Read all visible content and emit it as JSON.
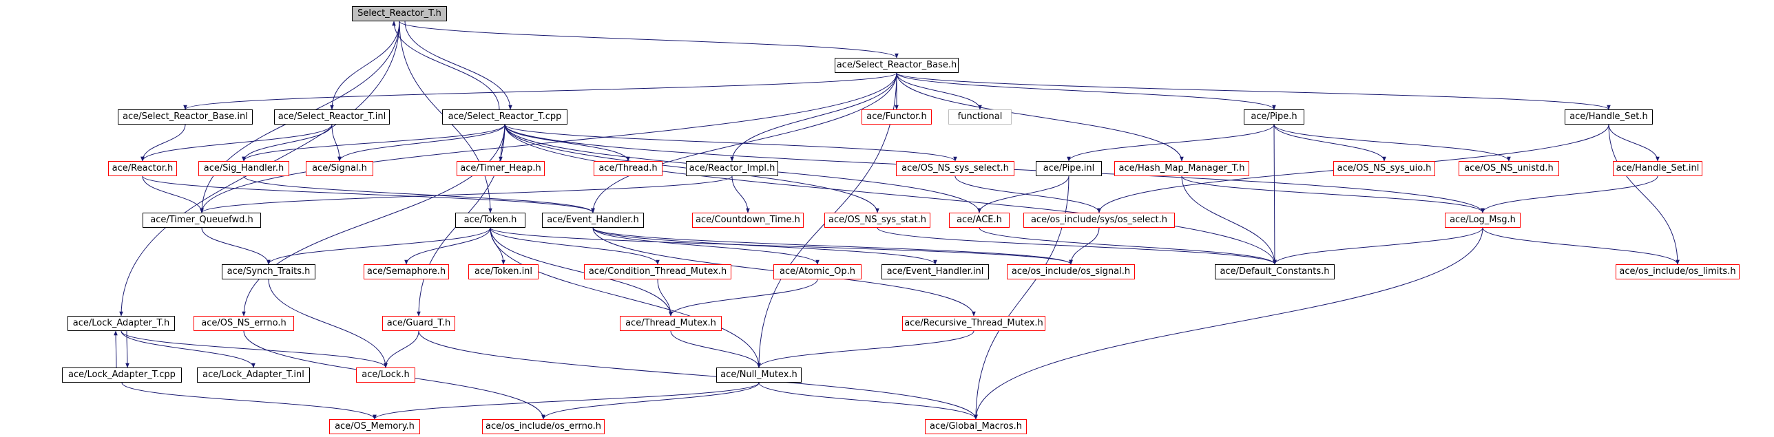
{
  "graph": {
    "root": "Select_Reactor_T.h",
    "nodes": {
      "n_root": "Select_Reactor_T.h",
      "n_srb": "ace/Select_Reactor_Base.h",
      "n_srbinl": "ace/Select_Reactor_Base.inl",
      "n_srtinl": "ace/Select_Reactor_T.inl",
      "n_srtcpp": "ace/Select_Reactor_T.cpp",
      "n_functor": "ace/Functor.h",
      "n_functional": "functional",
      "n_pipe": "ace/Pipe.h",
      "n_hset": "ace/Handle_Set.h",
      "n_reactor": "ace/Reactor.h",
      "n_sighandler": "ace/Sig_Handler.h",
      "n_signal": "ace/Signal.h",
      "n_timerheap": "ace/Timer_Heap.h",
      "n_thread": "ace/Thread.h",
      "n_reactorimpl": "ace/Reactor_Impl.h",
      "n_osnssel": "ace/OS_NS_sys_select.h",
      "n_pipeinl": "ace/Pipe.inl",
      "n_hmm": "ace/Hash_Map_Manager_T.h",
      "n_osuio": "ace/OS_NS_sys_uio.h",
      "n_osunistd": "ace/OS_NS_unistd.h",
      "n_hsetinl": "ace/Handle_Set.inl",
      "n_tqfwd": "ace/Timer_Queuefwd.h",
      "n_token": "ace/Token.h",
      "n_evhandler": "ace/Event_Handler.h",
      "n_countdown": "ace/Countdown_Time.h",
      "n_osstat": "ace/OS_NS_sys_stat.h",
      "n_ace": "ace/ACE.h",
      "n_osselect": "ace/os_include/sys/os_select.h",
      "n_logmsg": "ace/Log_Msg.h",
      "n_synch": "ace/Synch_Traits.h",
      "n_sema": "ace/Semaphore.h",
      "n_tokeninl": "ace/Token.inl",
      "n_ctm": "ace/Condition_Thread_Mutex.h",
      "n_atomic": "ace/Atomic_Op.h",
      "n_evhinl": "ace/Event_Handler.inl",
      "n_ossignal": "ace/os_include/os_signal.h",
      "n_defconst": "ace/Default_Constants.h",
      "n_oslimits": "ace/os_include/os_limits.h",
      "n_lat": "ace/Lock_Adapter_T.h",
      "n_osnserrno": "ace/OS_NS_errno.h",
      "n_guard": "ace/Guard_T.h",
      "n_tmutex": "ace/Thread_Mutex.h",
      "n_rtmutex": "ace/Recursive_Thread_Mutex.h",
      "n_latcpp": "ace/Lock_Adapter_T.cpp",
      "n_latinl": "ace/Lock_Adapter_T.inl",
      "n_lock": "ace/Lock.h",
      "n_nullmutex": "ace/Null_Mutex.h",
      "n_osmem": "ace/OS_Memory.h",
      "n_oserrno": "ace/os_include/os_errno.h",
      "n_globmac": "ace/Global_Macros.h"
    }
  },
  "colors": {
    "edge": "#191970",
    "documented_border": "#000000",
    "undocumented_border": "#ff0000",
    "system_border": "#bfbfbf",
    "root_fill": "#bfbfbf"
  }
}
